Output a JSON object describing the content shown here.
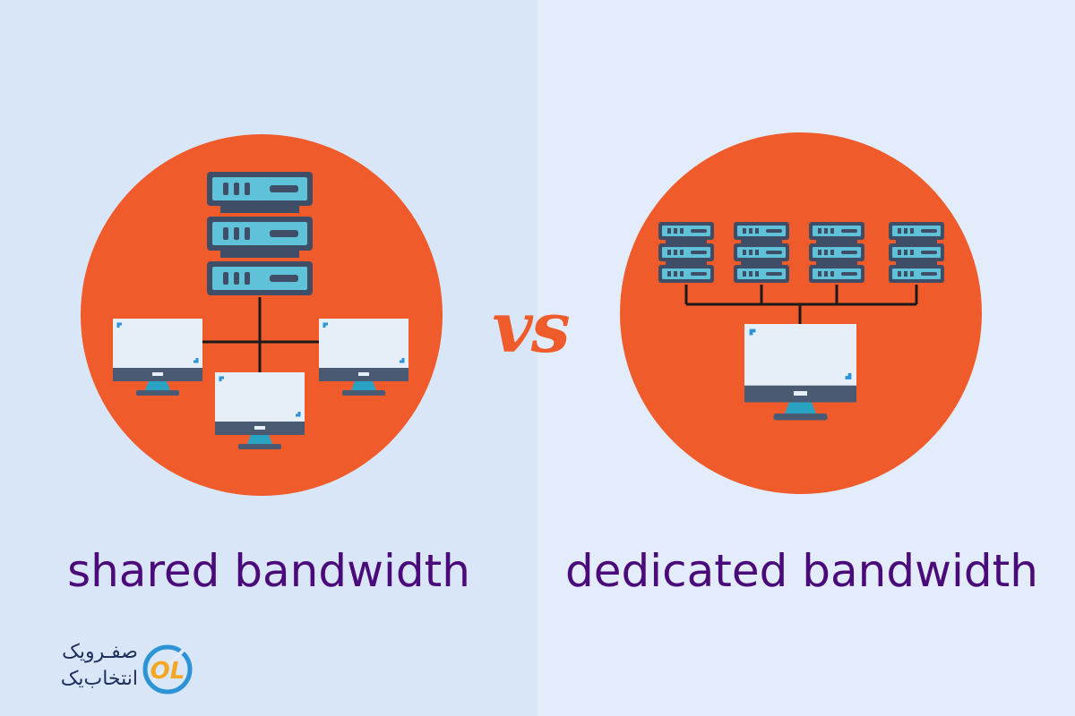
{
  "vs_label": "vs",
  "left": {
    "caption": "shared bandwidth"
  },
  "right": {
    "caption": "dedicated bandwidth"
  },
  "logo": {
    "line1": "صفـرویک",
    "line2": "انتخاب‌یک",
    "mark_text": "OL"
  },
  "colors": {
    "circle": "#f05b2c",
    "server_frame": "#3f4d67",
    "server_fill": "#5fc2d8",
    "monitor_screen": "#e6eef8",
    "monitor_bezel": "#4a5a72",
    "stand": "#2aa3c2",
    "caption": "#4b0a7a",
    "accent_blue": "#2b93d6"
  },
  "icons": [
    "server-rack-icon",
    "monitor-icon",
    "logo-mark-icon"
  ]
}
